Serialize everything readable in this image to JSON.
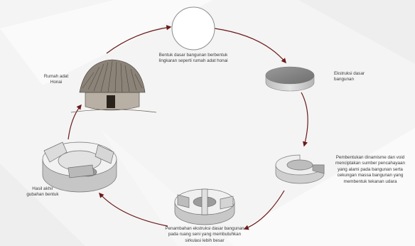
{
  "colors": {
    "arrow": "#6b1a1a",
    "background": "#f4f4f4",
    "form_top": "#f2f2f2",
    "form_side": "#d2d2d2"
  },
  "stages": [
    {
      "id": "circle",
      "icon": "circle-outline-icon",
      "label_lines": [
        "Bentuk dasar bangunan berbentuk",
        "lingkaran seperti rumah adat honai"
      ]
    },
    {
      "id": "disc",
      "icon": "extruded-disc-icon",
      "label_lines": [
        "Ekstruksi dasar",
        "bangunan"
      ]
    },
    {
      "id": "voided-ring",
      "icon": "voided-ring-icon",
      "label_lines": [
        "Pembentukan dinamisme dan void",
        "menciptakan sumber pencahayaan",
        "yang alami pada bangunan serta",
        "cekungan massa bangunan yang",
        "membentuk tekanan udara"
      ]
    },
    {
      "id": "split-ring",
      "icon": "split-ring-icon",
      "label_lines": [
        "Penambahan ekstruksi dasar bangunan",
        "pada ruang seni yang membutuhkan",
        "sirkulasi lebih besar"
      ]
    },
    {
      "id": "final-form",
      "icon": "final-form-icon",
      "label_lines": [
        "Hasil akhir",
        "gubahan bentuk"
      ]
    },
    {
      "id": "honai",
      "icon": "honai-hut-icon",
      "label_lines": [
        "Rumah adat",
        "Honai"
      ]
    }
  ]
}
